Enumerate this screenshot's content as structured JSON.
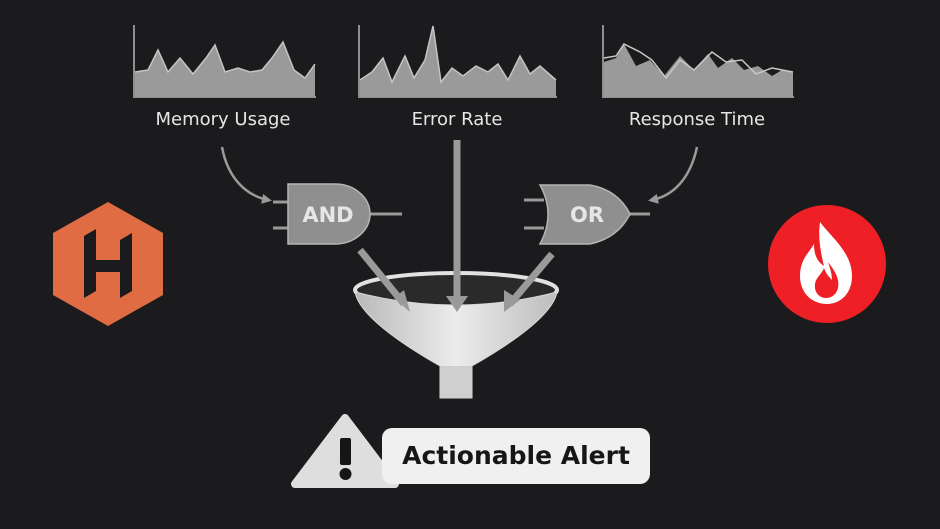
{
  "metrics": [
    {
      "label": "Memory Usage"
    },
    {
      "label": "Error Rate"
    },
    {
      "label": "Response Time"
    }
  ],
  "gates": {
    "and_label": "AND",
    "or_label": "OR"
  },
  "alert": {
    "label": "Actionable Alert"
  },
  "icons": {
    "left_logo": "hexagon-h-logo-icon",
    "right_logo": "flame-logo-icon",
    "warning": "warning-triangle-icon"
  },
  "colors": {
    "background": "#1b1b1d",
    "gray": "#9a9a9a",
    "hexagon_orange": "#e06c43",
    "flame_red": "#ee1f25",
    "badge_bg": "#f0f0f0"
  }
}
